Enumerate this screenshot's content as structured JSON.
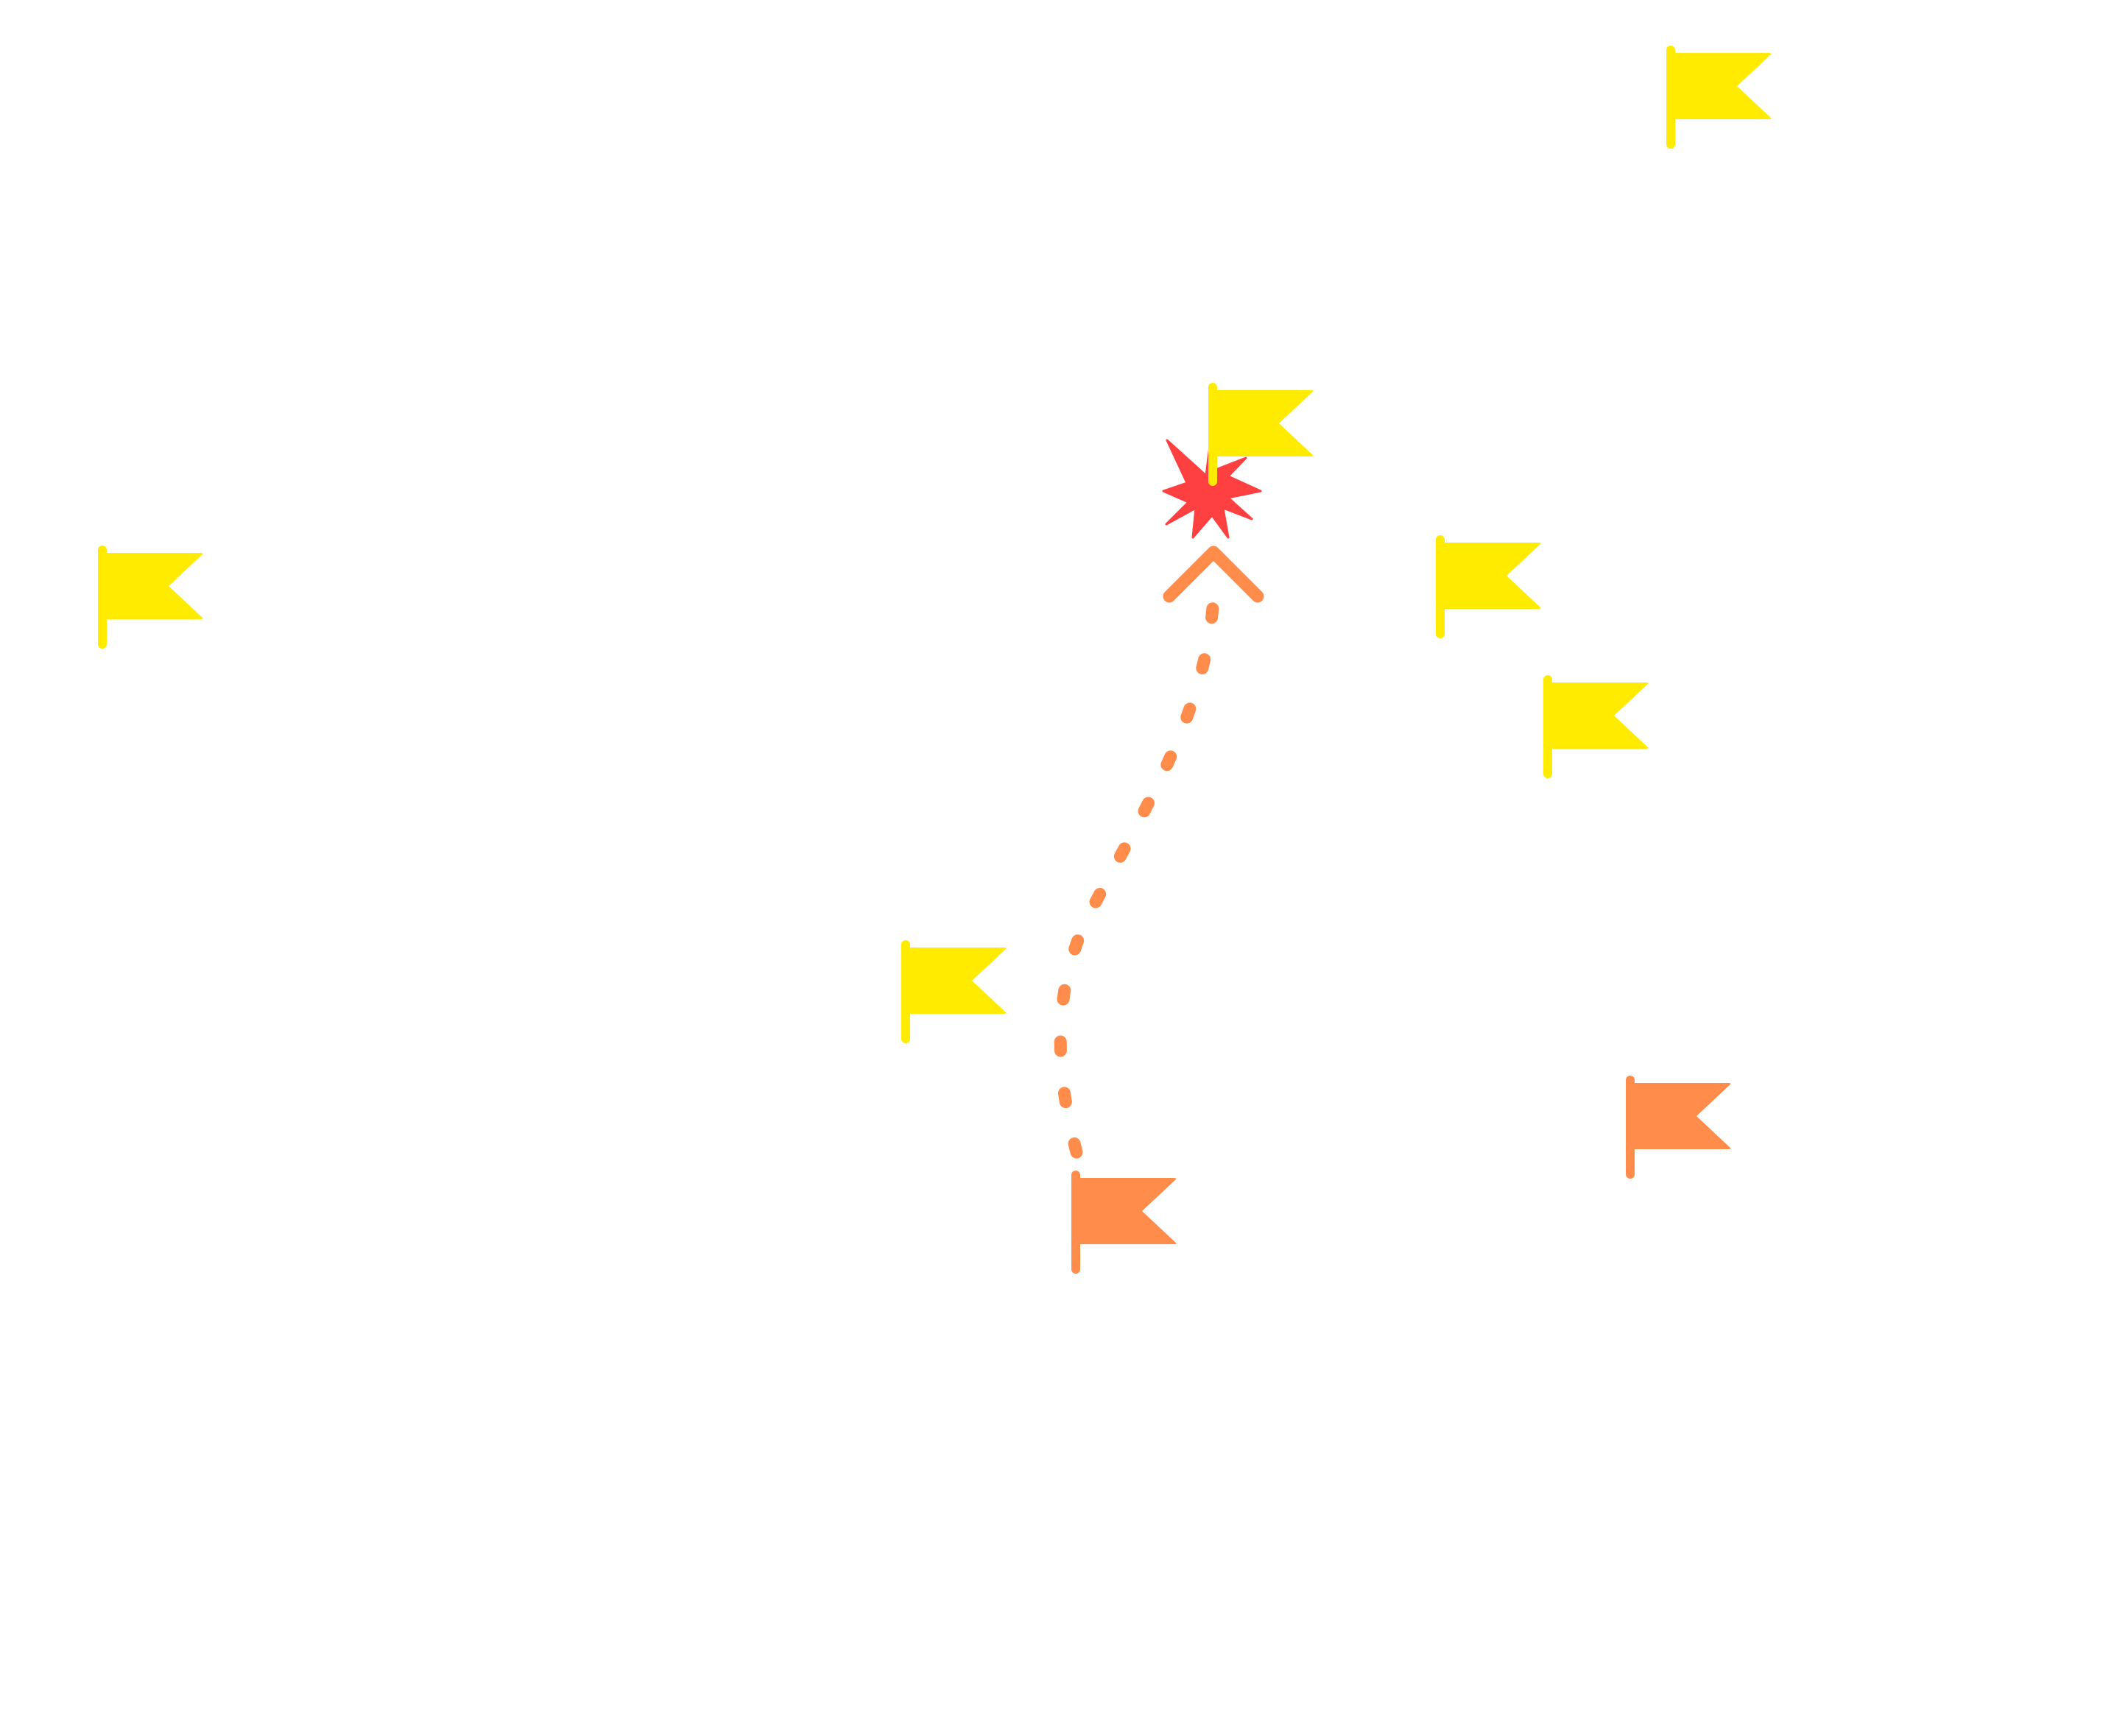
{
  "map": {
    "background": "#ffffff",
    "colors": {
      "yellow_flag": "#ffeb00",
      "orange_flag": "#ff8c4a",
      "route": "#ff8c4a",
      "burst": "#ff4040"
    },
    "icons": {
      "flag": "flag-icon",
      "burst": "explosion-burst-icon",
      "arrow": "chevron-up-arrow-icon"
    },
    "flags": [
      {
        "id": "flag-yellow-top-right",
        "color": "yellow"
      },
      {
        "id": "flag-yellow-center-top",
        "color": "yellow"
      },
      {
        "id": "flag-yellow-left",
        "color": "yellow"
      },
      {
        "id": "flag-yellow-right-1",
        "color": "yellow"
      },
      {
        "id": "flag-yellow-right-2",
        "color": "yellow"
      },
      {
        "id": "flag-yellow-center-left",
        "color": "yellow"
      },
      {
        "id": "flag-orange-route-start",
        "color": "orange"
      },
      {
        "id": "flag-orange-right",
        "color": "orange"
      }
    ],
    "route": {
      "style": "dotted",
      "has_arrow": true
    }
  }
}
